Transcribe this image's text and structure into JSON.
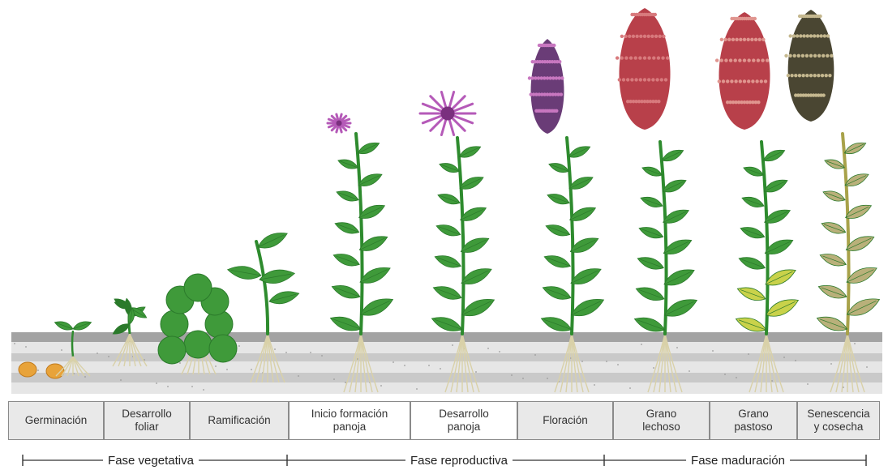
{
  "stages": [
    {
      "label": "Germinación"
    },
    {
      "label": "Desarrollo\nfoliar"
    },
    {
      "label": "Ramificación"
    },
    {
      "label": "Inicio formación\npanoja"
    },
    {
      "label": "Desarrollo\npanoja"
    },
    {
      "label": "Floración"
    },
    {
      "label": "Grano\nlechoso"
    },
    {
      "label": "Grano\npastoso"
    },
    {
      "label": "Senescencia\ny cosecha"
    }
  ],
  "phases": [
    {
      "label": "Fase vegetativa"
    },
    {
      "label": "Fase reproductiva"
    },
    {
      "label": "Fase maduración"
    }
  ],
  "colors": {
    "stem": "#2e8b2e",
    "leaf": "#3f9a3a",
    "leaf_dark": "#2b7a2b",
    "leaf_yellow": "#c9d24a",
    "leaf_dry": "#b9b07a",
    "flower_purple": "#b55ab8",
    "panicle_red": "#b8404a",
    "panicle_dark": "#4a4632",
    "seed": "#e8a33a",
    "soil_top": "#a3a3a3",
    "soil_mid": "#c9c9c9",
    "soil_light": "#e6e6e6",
    "root": "#d9d1a8"
  }
}
